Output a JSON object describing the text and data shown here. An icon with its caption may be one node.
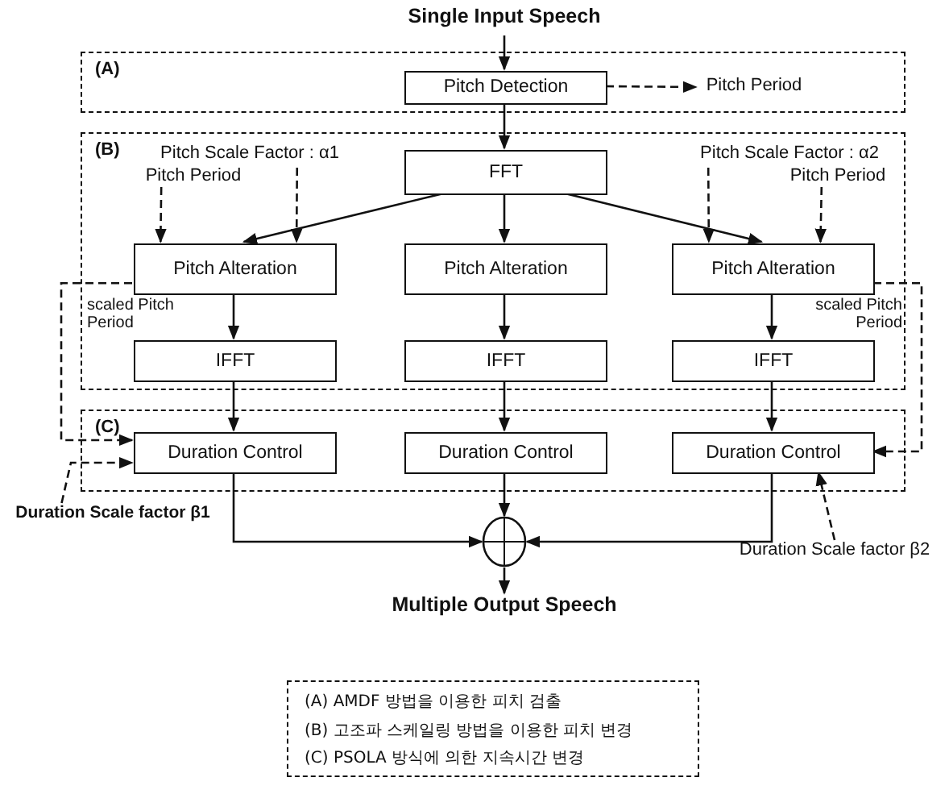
{
  "diagram": {
    "nodes": [
      {
        "text": [
          "(A)"
        ]
      },
      {
        "text": [
          "Pitch Detection"
        ],
        "in": 0
      },
      {
        "text": [
          "(B)"
        ]
      },
      {
        "text": [
          "FFT"
        ],
        "in": 2
      },
      {
        "text": [
          "Pitch Alteration"
        ],
        "in": 2
      },
      {
        "text": [
          "Pitch Alteration"
        ],
        "in": 2
      },
      {
        "text": [
          "Pitch Alteration"
        ],
        "in": 2
      },
      {
        "text": [
          "IFFT"
        ],
        "in": 2
      },
      {
        "text": [
          "IFFT"
        ],
        "in": 2
      },
      {
        "text": [
          "IFFT"
        ],
        "in": 2
      },
      {
        "text": [
          "(C)"
        ]
      },
      {
        "text": [
          "Duration Control"
        ],
        "in": 10
      },
      {
        "text": [
          "Duration Control"
        ],
        "in": 10
      },
      {
        "text": [
          "Duration Control"
        ],
        "in": 10
      },
      {
        "text": [
          "Single Input Speech"
        ]
      },
      {
        "text": [
          "Pitch Period"
        ],
        "in": 0
      },
      {
        "text": [
          "Pitch Scale Factor : α1"
        ],
        "in": 2
      },
      {
        "text": [
          "Pitch Period"
        ],
        "in": 2
      },
      {
        "text": [
          "Pitch Scale Factor : α2"
        ],
        "in": 2
      },
      {
        "text": [
          "Pitch Period"
        ],
        "in": 2
      },
      {
        "text": [],
        "shape": "circle"
      },
      {
        "text": [
          "Multiple Output Speech"
        ]
      },
      {
        "text": [
          "Duration Scale factor β1"
        ]
      },
      {
        "text": [
          "Duration Scale factor β2"
        ]
      },
      {
        "text": [
          "(A) AMDF 방법을 이용한 피치 검출",
          "(B) 고조파 스케일링 방법을 이용한 피치 변경",
          "(C) PSOLA 방식에 의한 지속시간 변경"
        ]
      }
    ],
    "edges": [
      {
        "from": 14,
        "to": 1,
        "arrow": "to"
      },
      {
        "from": 1,
        "to": 15,
        "arrow": "to",
        "style": "dashed"
      },
      {
        "from": 1,
        "to": 3,
        "arrow": "to"
      },
      {
        "from": 3,
        "to": 4,
        "arrow": "to"
      },
      {
        "from": 3,
        "to": 5,
        "arrow": "to"
      },
      {
        "from": 3,
        "to": 6,
        "arrow": "to"
      },
      {
        "from": 17,
        "to": 4,
        "arrow": "to",
        "style": "dashed"
      },
      {
        "from": 16,
        "to": 4,
        "arrow": "to",
        "style": "dashed"
      },
      {
        "from": 18,
        "to": 6,
        "arrow": "to",
        "style": "dashed"
      },
      {
        "from": 19,
        "to": 6,
        "arrow": "to",
        "style": "dashed"
      },
      {
        "from": 4,
        "to": 7,
        "arrow": "to"
      },
      {
        "from": 5,
        "to": 8,
        "arrow": "to"
      },
      {
        "from": 6,
        "to": 9,
        "arrow": "to"
      },
      {
        "from": 7,
        "to": 11,
        "arrow": "to"
      },
      {
        "from": 8,
        "to": 12,
        "arrow": "to"
      },
      {
        "from": 9,
        "to": 13,
        "arrow": "to"
      },
      {
        "from": 4,
        "to": 11,
        "arrow": "to",
        "style": "dashed",
        "label": "scaled Pitch Period"
      },
      {
        "from": 6,
        "to": 13,
        "arrow": "to",
        "style": "dashed",
        "label": "scaled Pitch Period"
      },
      {
        "from": 22,
        "to": 11,
        "arrow": "to",
        "style": "dashed"
      },
      {
        "from": 23,
        "to": 13,
        "arrow": "to",
        "style": "dashed"
      },
      {
        "from": 11,
        "to": 20,
        "arrow": "to"
      },
      {
        "from": 12,
        "to": 20,
        "arrow": "to"
      },
      {
        "from": 13,
        "to": 20,
        "arrow": "to"
      },
      {
        "from": 20,
        "to": 21,
        "arrow": "to"
      }
    ]
  }
}
